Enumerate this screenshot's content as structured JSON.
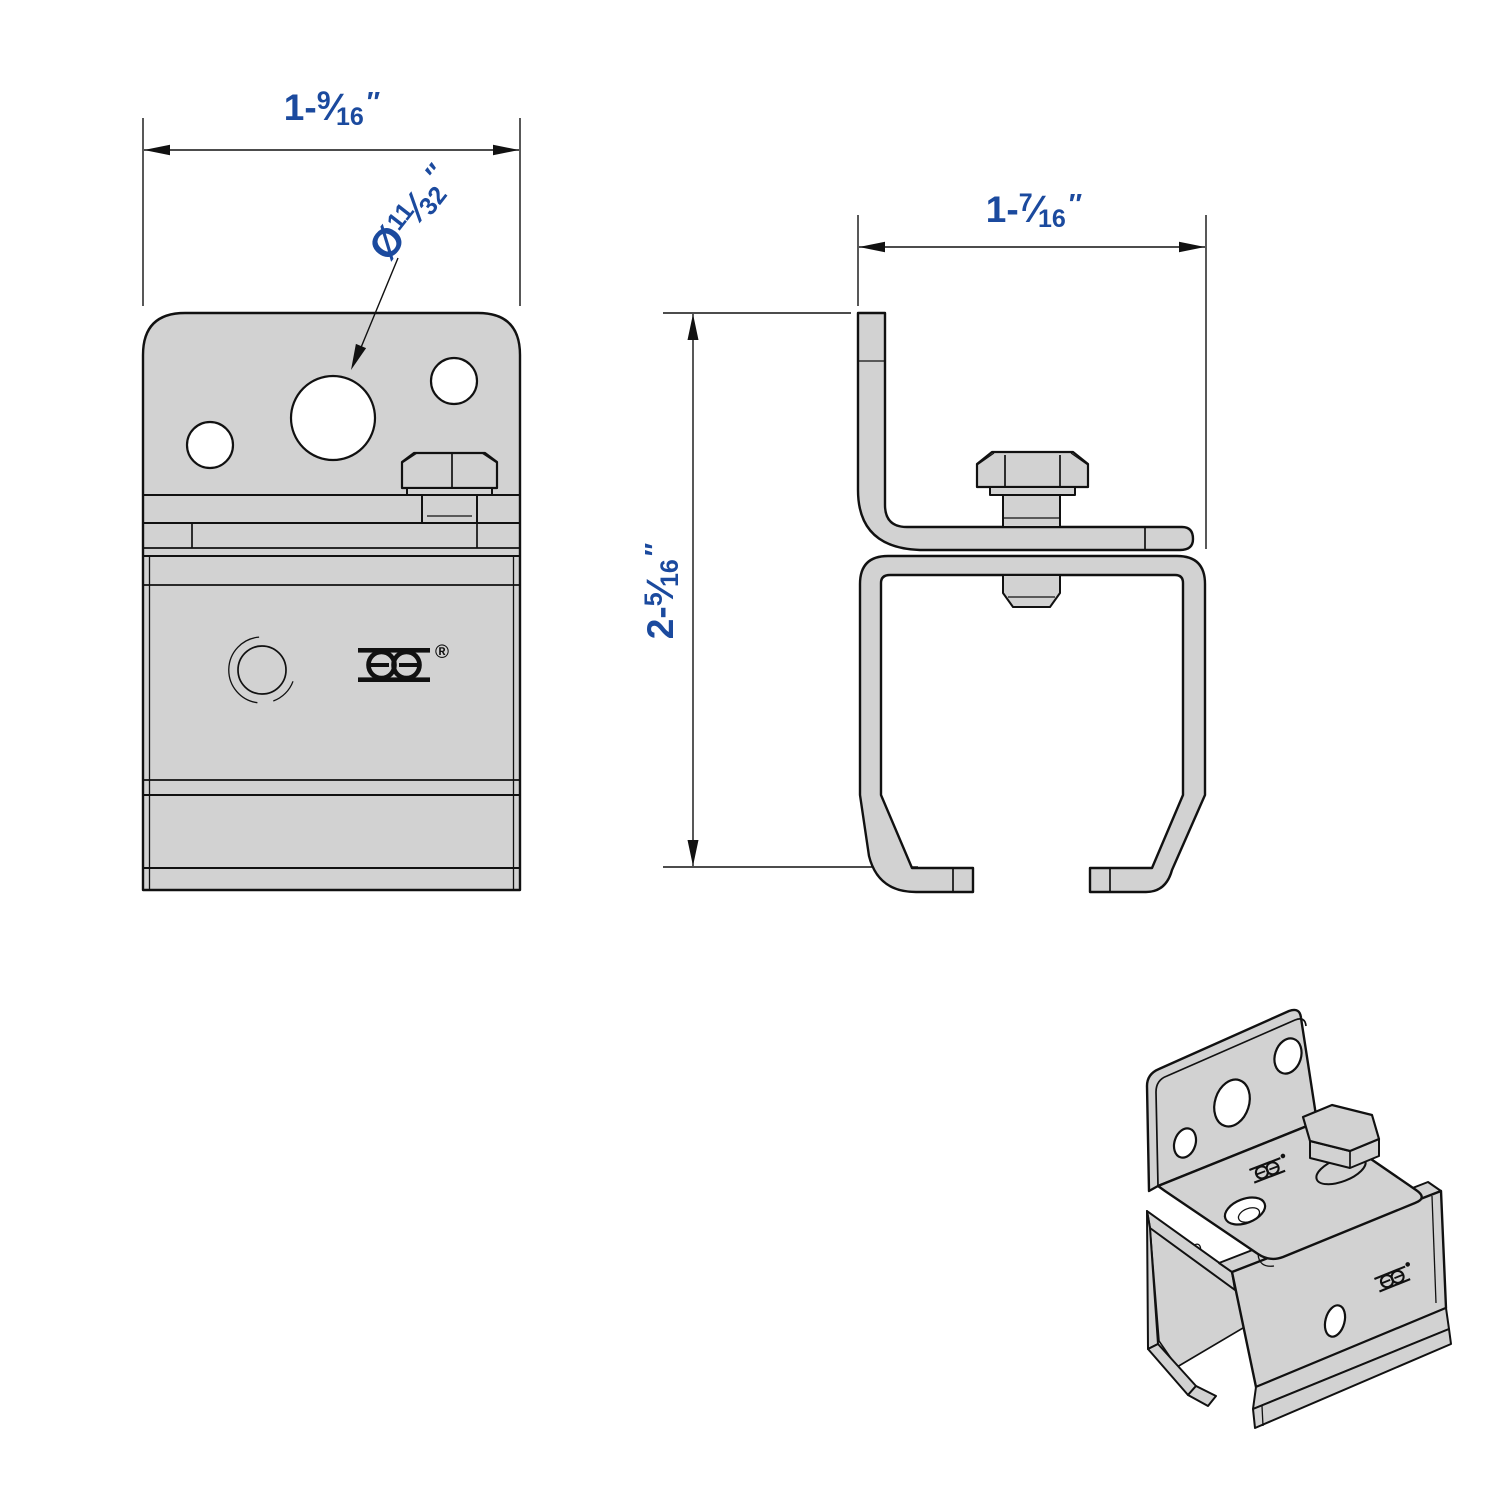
{
  "drawing": {
    "background": "#ffffff",
    "colors": {
      "part_fill": "#d2d2d2",
      "line": "#111111",
      "dimension_text": "#1b4a9e"
    },
    "dimensions": {
      "front_width": {
        "whole": "1-",
        "numerator": "9",
        "slash": "⁄",
        "denominator": "16",
        "unit": "″"
      },
      "hole_diameter": {
        "prefix": "Ø",
        "numerator": "11",
        "slash": "⁄",
        "denominator": "32",
        "unit": "″"
      },
      "side_depth": {
        "whole": "1-",
        "numerator": "7",
        "slash": "⁄",
        "denominator": "16",
        "unit": "″"
      },
      "side_height": {
        "whole": "2-",
        "numerator": "5",
        "slash": "⁄",
        "denominator": "16",
        "unit": "″"
      }
    },
    "brand": {
      "registered_mark": "®"
    }
  }
}
